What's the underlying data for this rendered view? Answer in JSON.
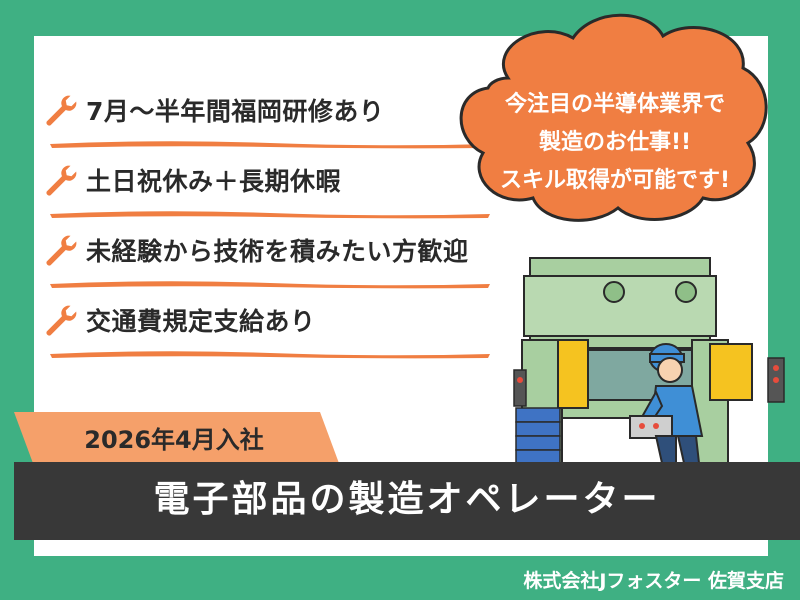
{
  "bullets": [
    {
      "text": "7月～半年間福岡研修あり",
      "icon": "wrench-icon"
    },
    {
      "text": "土日祝休み＋長期休暇",
      "icon": "wrench-icon"
    },
    {
      "text": "未経験から技術を積みたい方歓迎",
      "icon": "wrench-icon"
    },
    {
      "text": "交通費規定支給あり",
      "icon": "wrench-icon"
    }
  ],
  "bubble": {
    "line1": "今注目の半導体業界で",
    "line2": "製造のお仕事!!",
    "line3": "スキル取得が可能です!"
  },
  "ribbon": {
    "text": "2026年4月入社"
  },
  "title": {
    "text": "電子部品の製造オペレーター"
  },
  "company": {
    "text": "株式会社Jフォスター 佐賀支店"
  },
  "colors": {
    "background": "#3fb083",
    "accent_orange": "#f07e42",
    "ribbon_orange": "#f5a06a",
    "band_dark": "#383838",
    "machine_green": "#a8cfa0",
    "machine_yellow": "#f5c320"
  }
}
